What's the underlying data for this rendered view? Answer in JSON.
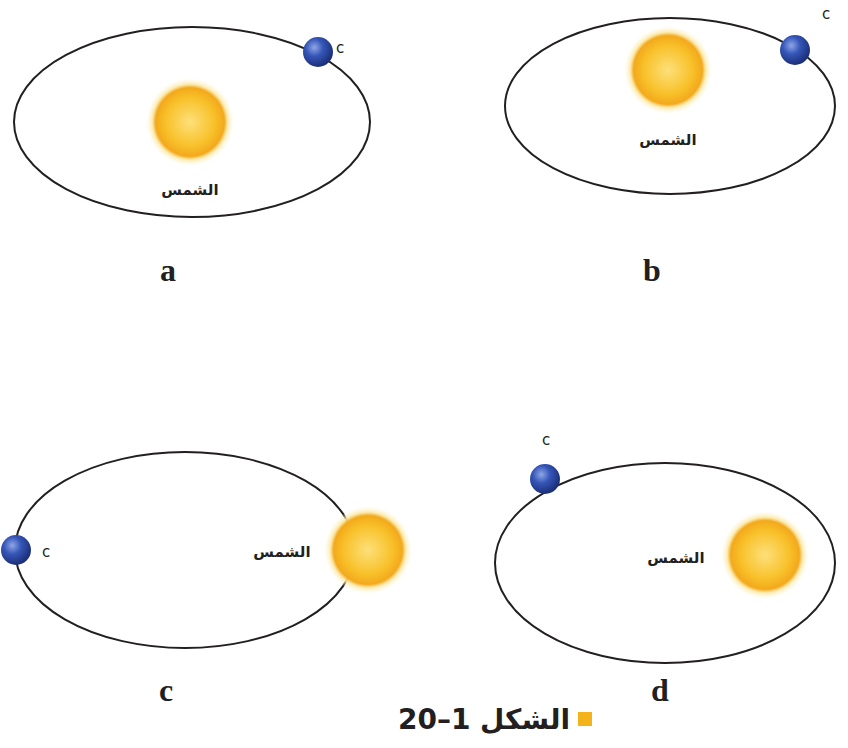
{
  "diagram": {
    "caption": "الشكل 1–20",
    "nodes": [
      {
        "text": [
          "الشمس"
        ]
      },
      {
        "text": [
          "c"
        ]
      },
      {
        "text": [
          "الشمس"
        ]
      },
      {
        "text": [
          "c"
        ]
      },
      {
        "text": [
          "الشمس"
        ]
      },
      {
        "text": [
          "c"
        ]
      },
      {
        "text": [
          "الشمس"
        ]
      },
      {
        "text": [
          "c"
        ]
      }
    ],
    "labels": [
      "a",
      "b",
      "c",
      "d"
    ]
  }
}
